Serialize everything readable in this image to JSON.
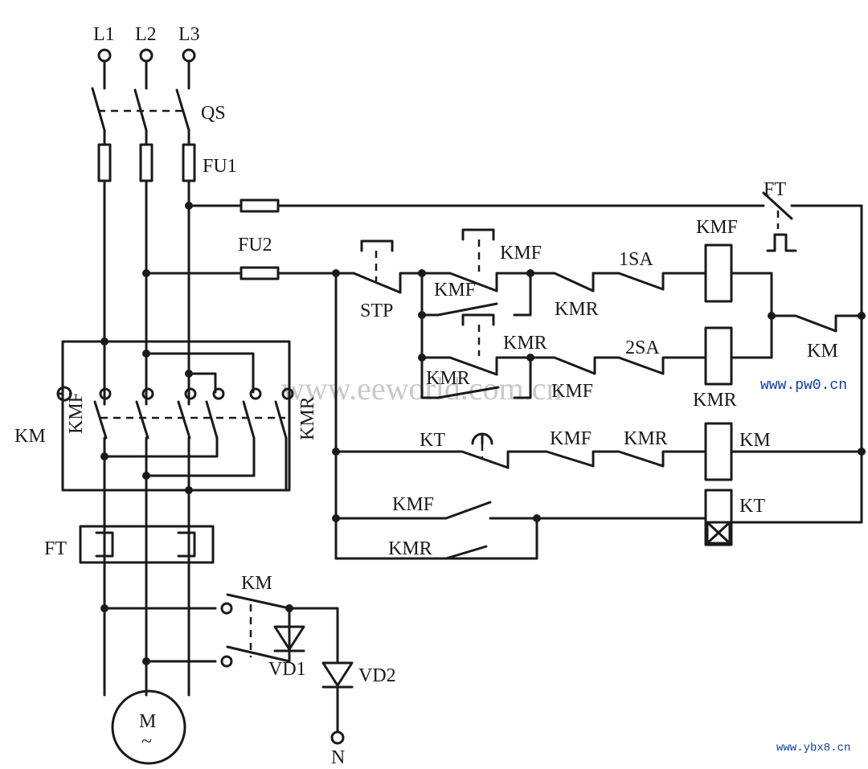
{
  "labels": {
    "l1": "L1",
    "l2": "L2",
    "l3": "L3",
    "qs": "QS",
    "fu1": "FU1",
    "fu2": "FU2",
    "ft_main": "FT",
    "ft_contact": "FT",
    "km_main": "KM",
    "kmf_main": "KMF",
    "kmr_main": "KMR",
    "stp": "STP",
    "kmf_btn": "KMF",
    "kmf_hold": "KMF",
    "kmr_interlock": "KMR",
    "sa1": "1SA",
    "kmf_coil": "KMF",
    "kmr_btn": "KMR",
    "kmr_hold": "KMR",
    "kmf_interlock": "KMF",
    "sa2": "2SA",
    "kmr_coil": "KMR",
    "km_side": "KM",
    "kt_contact": "KT",
    "kmf_nc": "KMF",
    "kmr_nc": "KMR",
    "km_coil": "KM",
    "kmf_no": "KMF",
    "kmr_no": "KMR",
    "kt_coil": "KT",
    "km_brake": "KM",
    "vd1": "VD1",
    "vd2": "VD2",
    "motor": "M",
    "motor_ac": "~",
    "neutral": "N"
  },
  "watermarks": {
    "center": "www.eeworld.com.cn",
    "right": "www.pw0.cn",
    "bottom": "www.ybx8.cn"
  },
  "colors": {
    "ink": "#1a1a1a",
    "watermark_site": "#0a3fa8"
  }
}
